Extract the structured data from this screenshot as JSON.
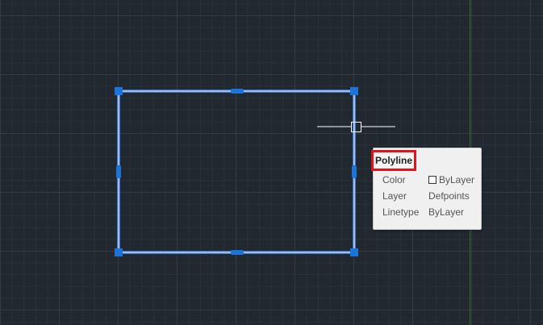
{
  "colors": {
    "background": "#212830",
    "grid_major": "#3c4650",
    "axis_y": "#2f6b2f",
    "selection_blue": "#3f7fe0",
    "grip_blue": "#1e73d6",
    "tooltip_bg": "#f0f0f0",
    "highlight_red": "#e3131b"
  },
  "tooltip": {
    "title": "Polyline",
    "rows": [
      {
        "label": "Color",
        "value": "ByLayer",
        "has_swatch": true
      },
      {
        "label": "Layer",
        "value": "Defpoints",
        "has_swatch": false
      },
      {
        "label": "Linetype",
        "value": "ByLayer",
        "has_swatch": false
      }
    ]
  },
  "icons": {
    "cursor": "crosshair-pickbox-icon",
    "grips": "square-grip-icon"
  }
}
